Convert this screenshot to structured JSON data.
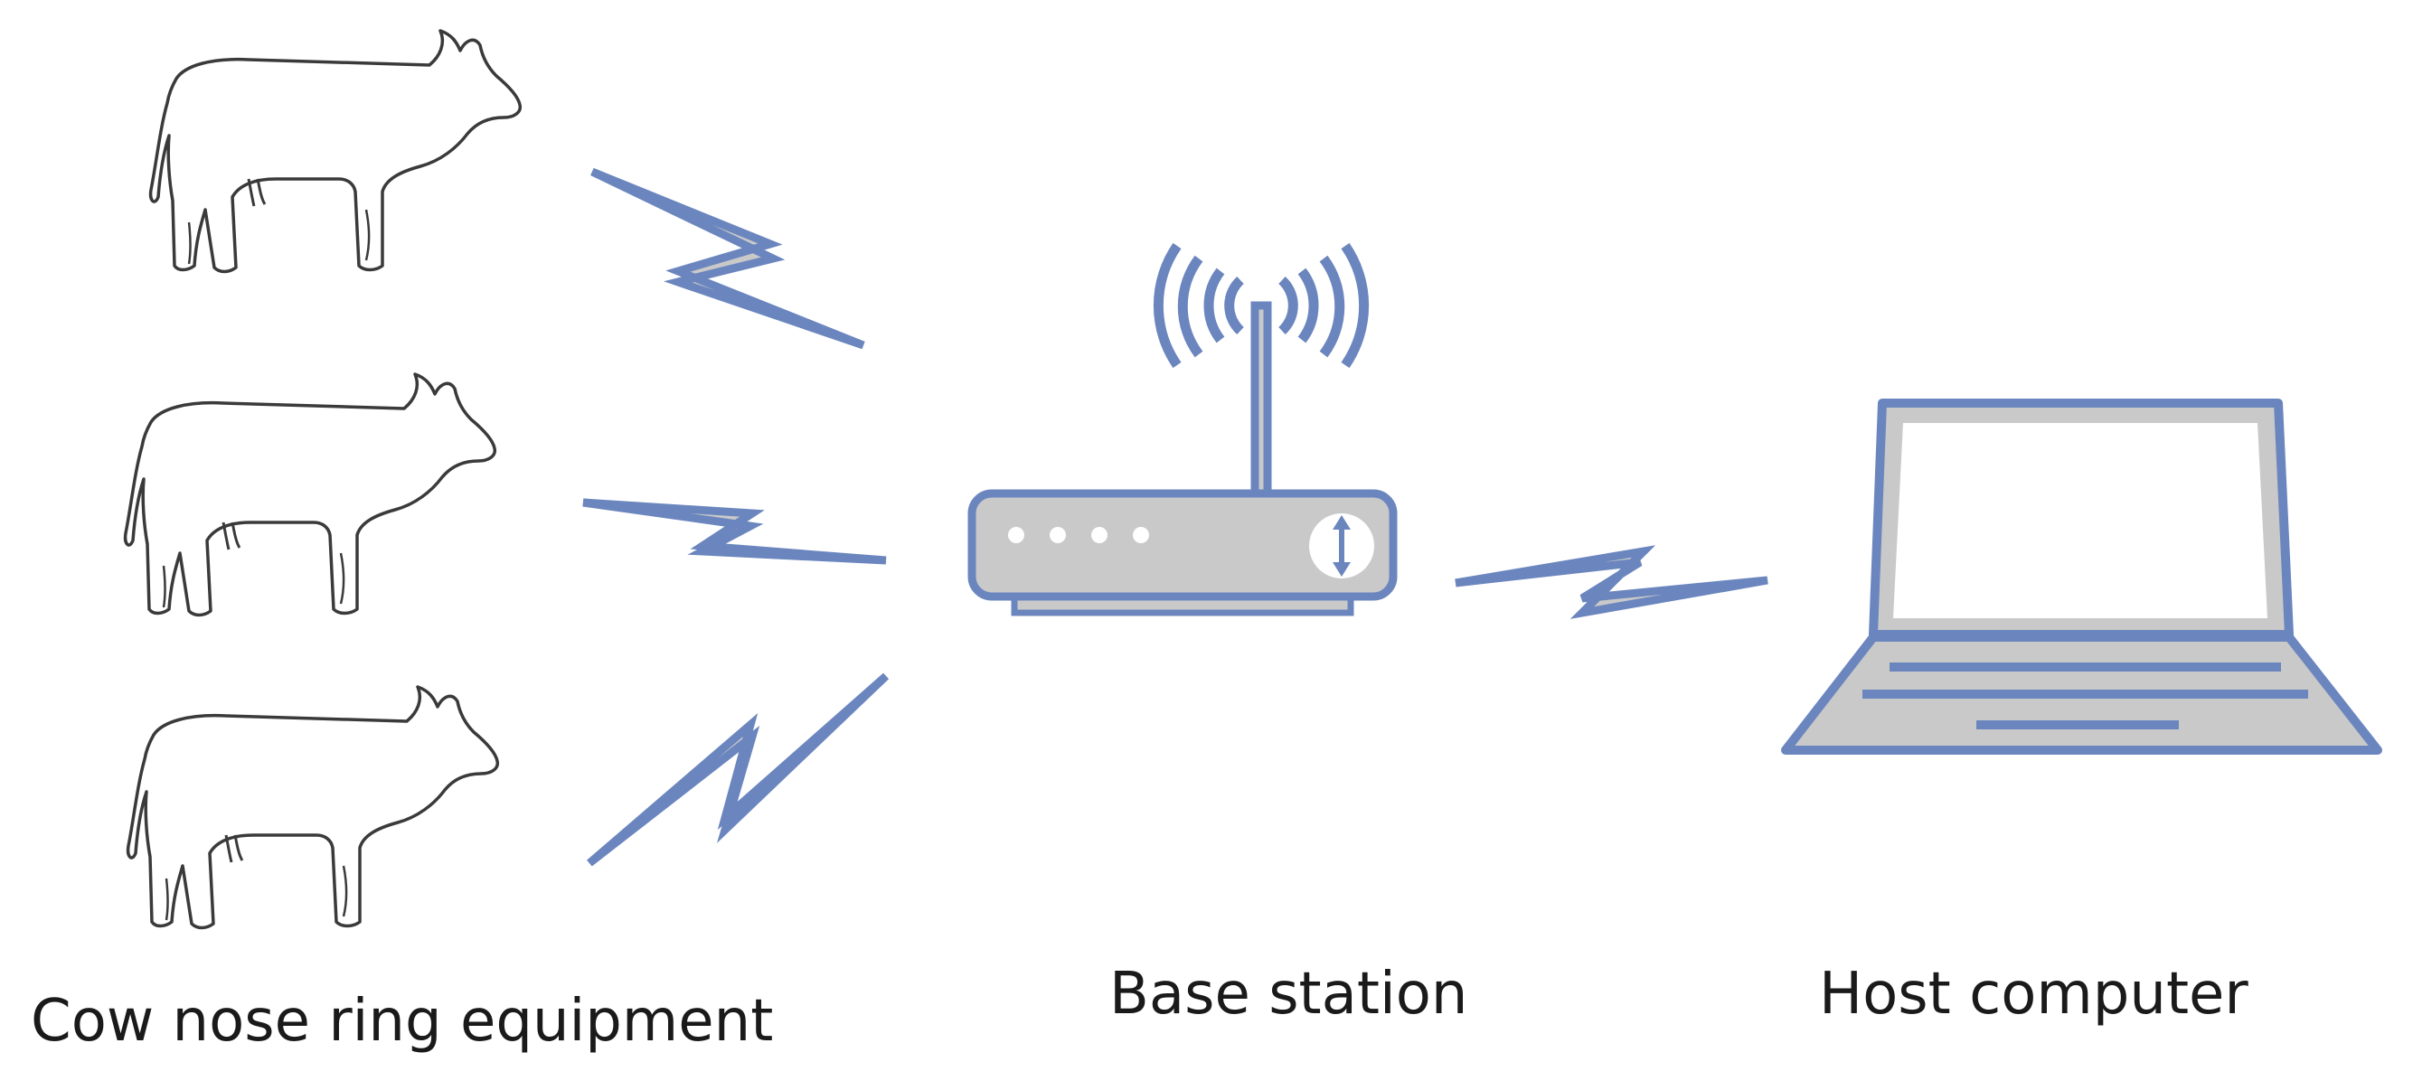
{
  "labels": {
    "cows": "Cow nose ring equipment",
    "base_station": "Base station",
    "host_computer": "Host computer"
  },
  "icons": {
    "cow": "cow-icon",
    "signal": "lightning-signal-icon",
    "router": "router-icon",
    "antenna_waves": "wifi-waves-icon",
    "laptop": "laptop-icon"
  },
  "colors": {
    "stroke_blue": "#6b86be",
    "fill_gray": "#c9c9c9",
    "cow_outline": "#3a3a3a",
    "text": "#1a1a1a"
  }
}
